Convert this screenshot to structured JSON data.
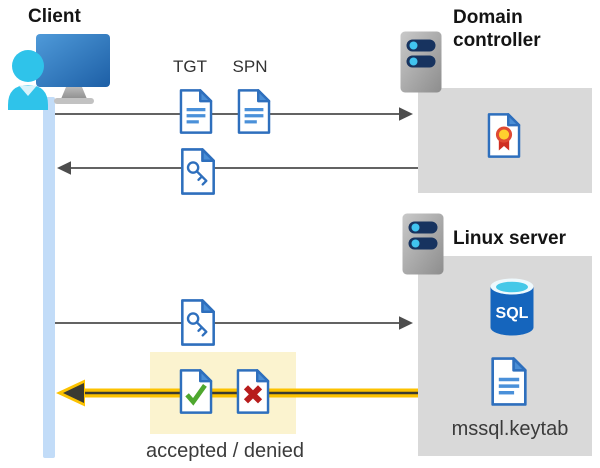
{
  "diagram": {
    "client_label": "Client",
    "domain_controller_label": "Domain controller",
    "linux_server_label": "Linux server",
    "tgt_label": "TGT",
    "spn_label": "SPN",
    "sql_label": "SQL",
    "keytab_label": "mssql.keytab",
    "result_label": "accepted / denied"
  },
  "colors": {
    "doc_border_blue": "#2e6fbd",
    "doc_line_blue": "#4a90d9",
    "box_gray": "#d9d9d9",
    "lifeline_blue": "#c2dcf8",
    "arrow_gray": "#4d4d4d",
    "gold_arrow": "#fcc200",
    "highlight_yellow": "#fbf3cf",
    "check_green": "#4ea72e",
    "cross_red": "#b71c1c",
    "person_cyan": "#2fc3ea",
    "sql_cylinder_blue": "#1565bd",
    "server_pill_navy": "#17335f"
  }
}
